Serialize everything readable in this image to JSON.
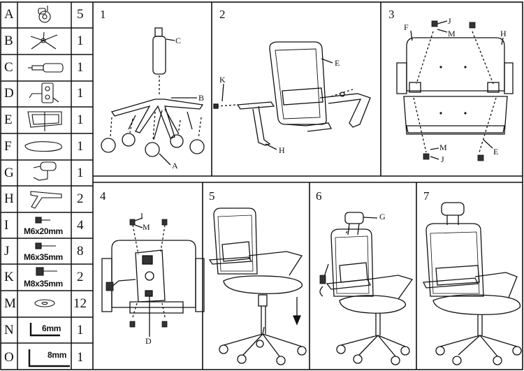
{
  "parts": [
    {
      "letter": "A",
      "qty": "5",
      "icon": "caster-icon"
    },
    {
      "letter": "B",
      "qty": "1",
      "icon": "star-base-icon"
    },
    {
      "letter": "C",
      "qty": "1",
      "icon": "gas-cylinder-icon"
    },
    {
      "letter": "D",
      "qty": "1",
      "icon": "seat-mechanism-icon"
    },
    {
      "letter": "E",
      "qty": "1",
      "icon": "backrest-icon"
    },
    {
      "letter": "F",
      "qty": "1",
      "icon": "seat-cushion-icon"
    },
    {
      "letter": "G",
      "qty": "1",
      "icon": "headrest-icon"
    },
    {
      "letter": "H",
      "qty": "2",
      "icon": "armrest-icon"
    },
    {
      "letter": "I",
      "qty": "4",
      "icon": "bolt-icon",
      "size": "M6x20mm"
    },
    {
      "letter": "J",
      "qty": "8",
      "icon": "bolt-icon",
      "size": "M6x35mm"
    },
    {
      "letter": "K",
      "qty": "2",
      "icon": "bolt-icon",
      "size": "M8x35mm"
    },
    {
      "letter": "M",
      "qty": "12",
      "icon": "washer-icon"
    },
    {
      "letter": "N",
      "qty": "1",
      "icon": "hex-key-icon",
      "size": "6mm"
    },
    {
      "letter": "O",
      "qty": "1",
      "icon": "hex-key-icon",
      "size": "8mm"
    }
  ],
  "steps": [
    {
      "num": "1",
      "callouts": [
        "C",
        "B",
        "A"
      ]
    },
    {
      "num": "2",
      "callouts": [
        "E",
        "K",
        "H"
      ]
    },
    {
      "num": "3",
      "callouts": [
        "J",
        "M",
        "F",
        "H",
        "M",
        "J",
        "E"
      ]
    },
    {
      "num": "4",
      "callouts": [
        "I",
        "M",
        "D"
      ]
    },
    {
      "num": "5",
      "callouts": []
    },
    {
      "num": "6",
      "callouts": [
        "G"
      ]
    },
    {
      "num": "7",
      "callouts": []
    }
  ]
}
